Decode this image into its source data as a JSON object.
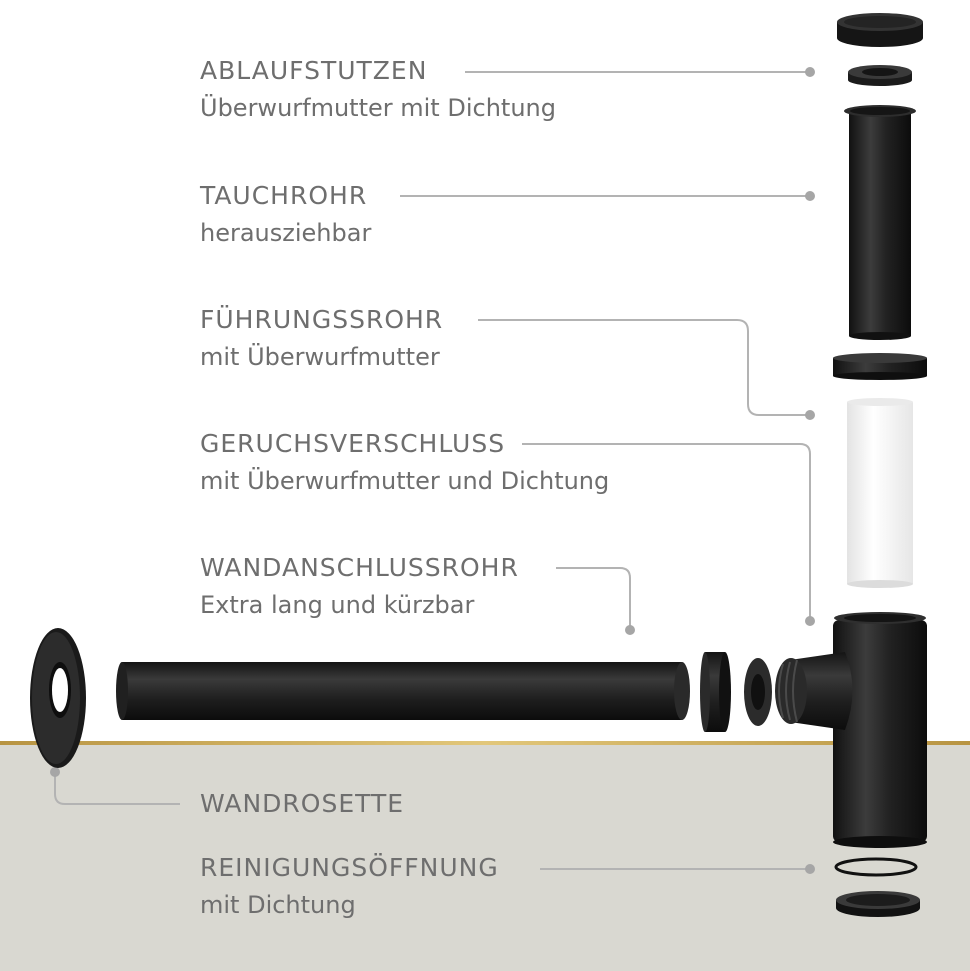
{
  "labels": {
    "ablaufstutzen": {
      "title": "ABLAUFSTUTZEN",
      "subtitle": "Überwurfmutter mit Dichtung"
    },
    "tauchrohr": {
      "title": "TAUCHROHR",
      "subtitle": "herausziehbar"
    },
    "fuehrungsrohr": {
      "title": "FÜHRUNGSSROHR",
      "subtitle": "mit Überwurfmutter"
    },
    "geruchsverschluss": {
      "title": "GERUCHSVERSCHLUSS",
      "subtitle": "mit Überwurfmutter und Dichtung"
    },
    "wandanschlussrohr": {
      "title": "WANDANSCHLUSSROHR",
      "subtitle": "Extra lang und kürzbar"
    },
    "wandrosette": {
      "title": "WANDROSETTE"
    },
    "reinigungsoeffnung": {
      "title": "REINIGUNGSÖFFNUNG",
      "subtitle": "mit Dichtung"
    }
  },
  "colors": {
    "part": "#1c1c1c",
    "part_highlight": "#3a3a3a",
    "white_pipe": "#f7f7f7",
    "wall": "#d9d8d1",
    "gold_line": "#c8a54a",
    "leader": "#b3b3b3",
    "text": "#6e6e6e"
  }
}
